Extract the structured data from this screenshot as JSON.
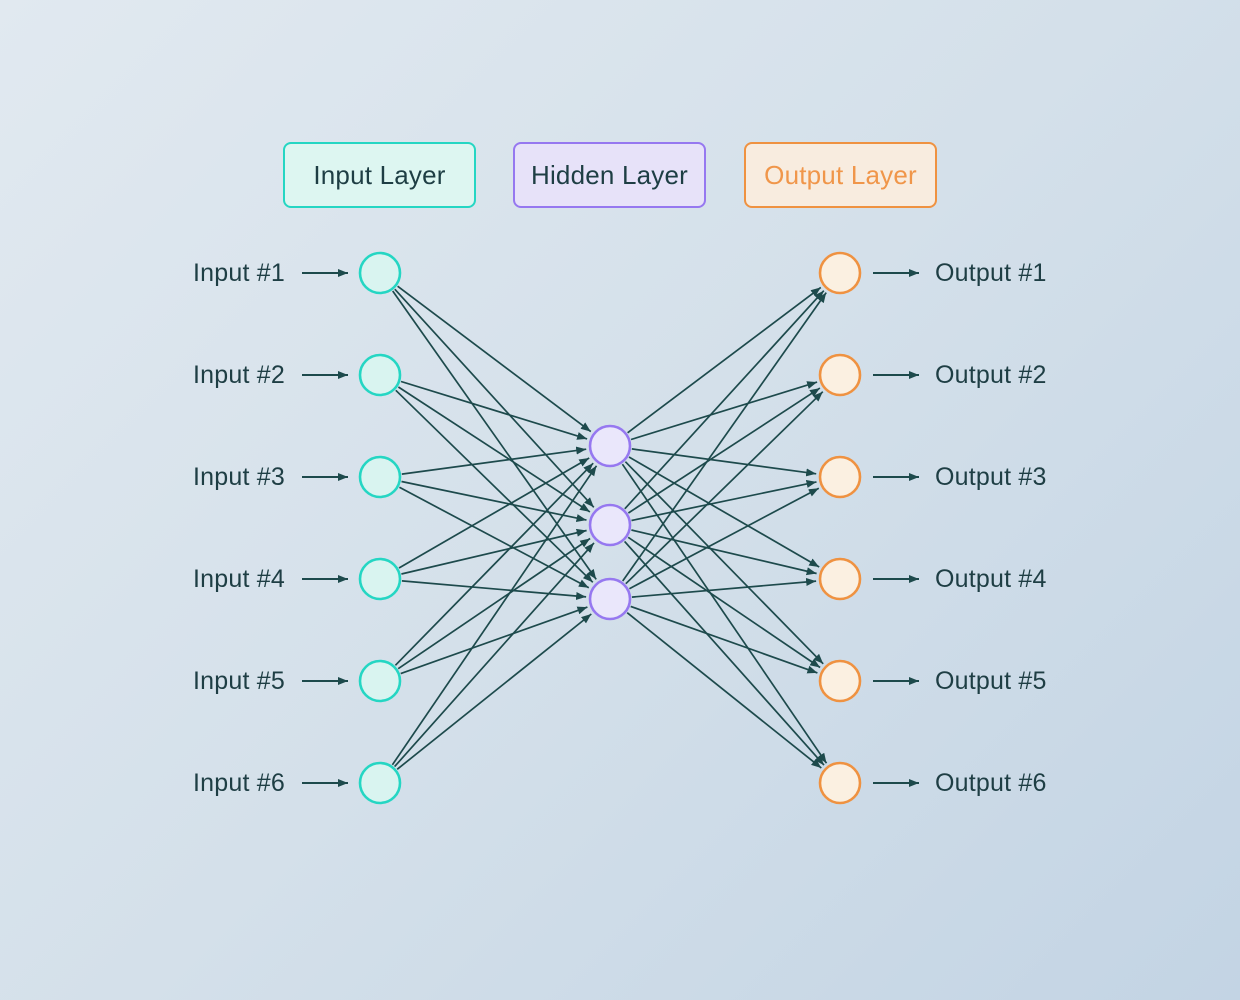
{
  "legend": {
    "items": [
      {
        "id": "input-layer",
        "label": "Input Layer"
      },
      {
        "id": "hidden-layer",
        "label": "Hidden Layer"
      },
      {
        "id": "output-layer",
        "label": "Output Layer"
      }
    ]
  },
  "network": {
    "input_labels": [
      "Input #1",
      "Input #2",
      "Input #3",
      "Input #4",
      "Input #5",
      "Input #6"
    ],
    "hidden_nodes": 3,
    "output_labels": [
      "Output #1",
      "Output #2",
      "Output #3",
      "Output #4",
      "Output #5",
      "Output #6"
    ],
    "connectivity": {
      "input_to_hidden": "fully-connected",
      "hidden_to_output": "fully-connected"
    }
  },
  "colors": {
    "background_top": "#e1e9f0",
    "background_bottom": "#c3d4e4",
    "edge": "#1d4a4c",
    "label_text": "#1e3e44",
    "input_accent": "#25d6c3",
    "input_fill": "#d9f4f0",
    "hidden_accent": "#9678f0",
    "hidden_fill": "#eae7fb",
    "output_accent": "#ef9241",
    "output_fill": "#fbf0e1",
    "legend_input_bg": "#ddf6f1",
    "legend_hidden_bg": "#e7e2f9",
    "legend_output_bg": "#f8ecdf",
    "legend_output_text": "#f0964a"
  }
}
